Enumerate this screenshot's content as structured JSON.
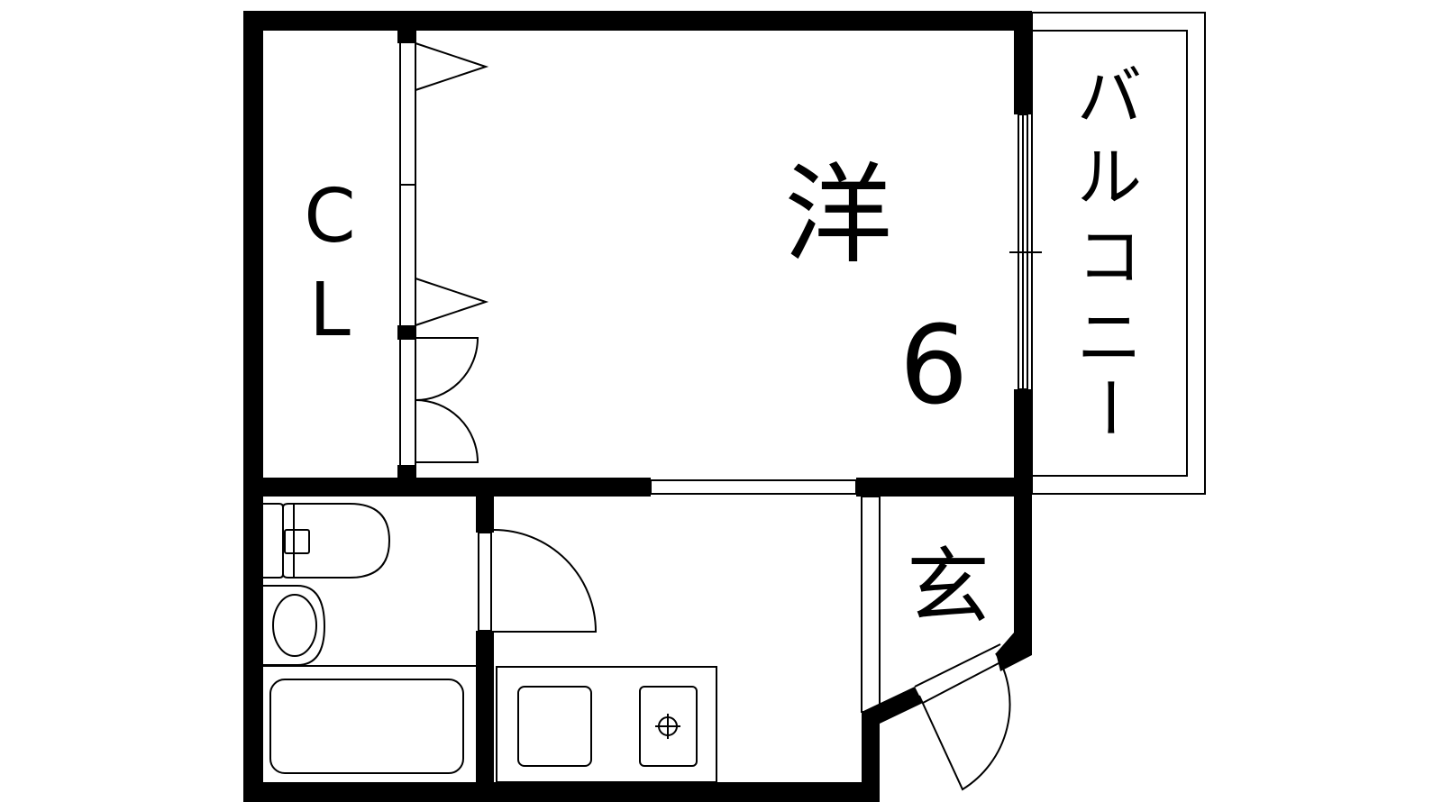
{
  "floor_plan": {
    "rooms": {
      "closet": {
        "line1": "C",
        "line2": "L"
      },
      "western_room": {
        "kanji": "洋",
        "size": "6"
      },
      "balcony": {
        "chars": [
          "バ",
          "ル",
          "コ",
          "ニ",
          "ー"
        ]
      },
      "entrance": {
        "kanji": "玄"
      }
    },
    "colors": {
      "wall": "#000000",
      "background": "#ffffff"
    }
  }
}
